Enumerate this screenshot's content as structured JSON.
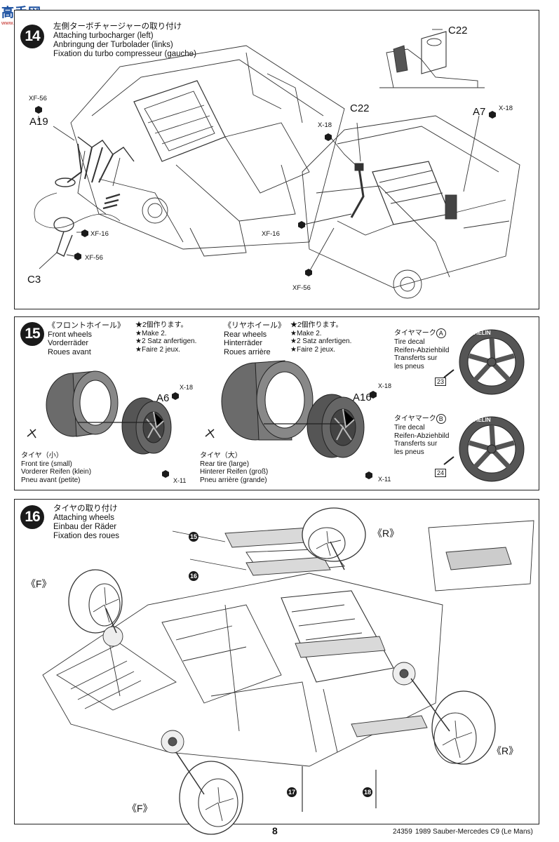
{
  "watermark": {
    "logo_text": "高手网",
    "url": "www.gaoshou.net"
  },
  "step14": {
    "number": "14",
    "title_ja": "左側ターボチャージャーの取り付け",
    "title_en": "Attaching turbocharger (left)",
    "title_de": "Anbringung der Turbolader (links)",
    "title_fr": "Fixation du turbo compresseur (gauche)",
    "labels": {
      "xf56_top": "XF-56",
      "a19": "A19",
      "xf16_left": "XF-16",
      "xf56_left": "XF-56",
      "c3": "C3",
      "c22_inset": "C22",
      "c22": "C22",
      "x18_left": "X-18",
      "a7": "A7",
      "x18_right": "X-18",
      "xf16_right": "XF-16",
      "xf56_bottom": "XF-56"
    }
  },
  "step15": {
    "number": "15",
    "front": {
      "head": "《フロントホイール》",
      "en": "Front wheels",
      "de": "Vorderräder",
      "fr": "Roues avant",
      "make_ja": "★2個作ります。",
      "make_en": "★Make 2.",
      "make_de": "★2 Satz anfertigen.",
      "make_fr": "★Faire 2 jeux."
    },
    "rear": {
      "head": "《リヤホイール》",
      "en": "Rear wheels",
      "de": "Hinterräder",
      "fr": "Roues arrière",
      "make_ja": "★2個作ります。",
      "make_en": "★Make 2.",
      "make_de": "★2 Satz anfertigen.",
      "make_fr": "★Faire 2 jeux."
    },
    "front_tire": {
      "ja": "タイヤ（小）",
      "en": "Front tire (small)",
      "de": "Vorderer Reifen (klein)",
      "fr": "Pneu avant (petite)"
    },
    "rear_tire": {
      "ja": "タイヤ（大）",
      "en": "Rear tire (large)",
      "de": "Hinterer Reifen (groß)",
      "fr": "Pneu arrière (grande)"
    },
    "labels": {
      "a6": "A6",
      "x18_front": "X-18",
      "x11_front": "X-11",
      "a16": "A16",
      "x18_rear": "X-18",
      "x11_rear": "X-11"
    },
    "decal_a": {
      "ja": "タイヤマーク",
      "letter": "A",
      "en": "Tire decal",
      "de": "Reifen-Abziehbild",
      "fr1": "Transferts sur",
      "fr2": "les pneus",
      "num": "23"
    },
    "decal_b": {
      "ja": "タイヤマーク",
      "letter": "B",
      "en": "Tire decal",
      "de": "Reifen-Abziehbild",
      "fr1": "Transferts sur",
      "fr2": "les pneus",
      "num": "24"
    },
    "brand": "MICHELIN"
  },
  "step16": {
    "number": "16",
    "title_ja": "タイヤの取り付け",
    "title_en": "Attaching wheels",
    "title_de": "Einbau der Räder",
    "title_fr": "Fixation des roues",
    "labels": {
      "r_top": "《R》",
      "f_left": "《F》",
      "r_bottom": "《R》",
      "f_bottom": "《F》"
    },
    "sub_steps": [
      "15",
      "16",
      "17",
      "18"
    ]
  },
  "footer": {
    "page": "8",
    "code": "24359",
    "model": "1989 Sauber-Mercedes C9 (Le Mans)"
  }
}
